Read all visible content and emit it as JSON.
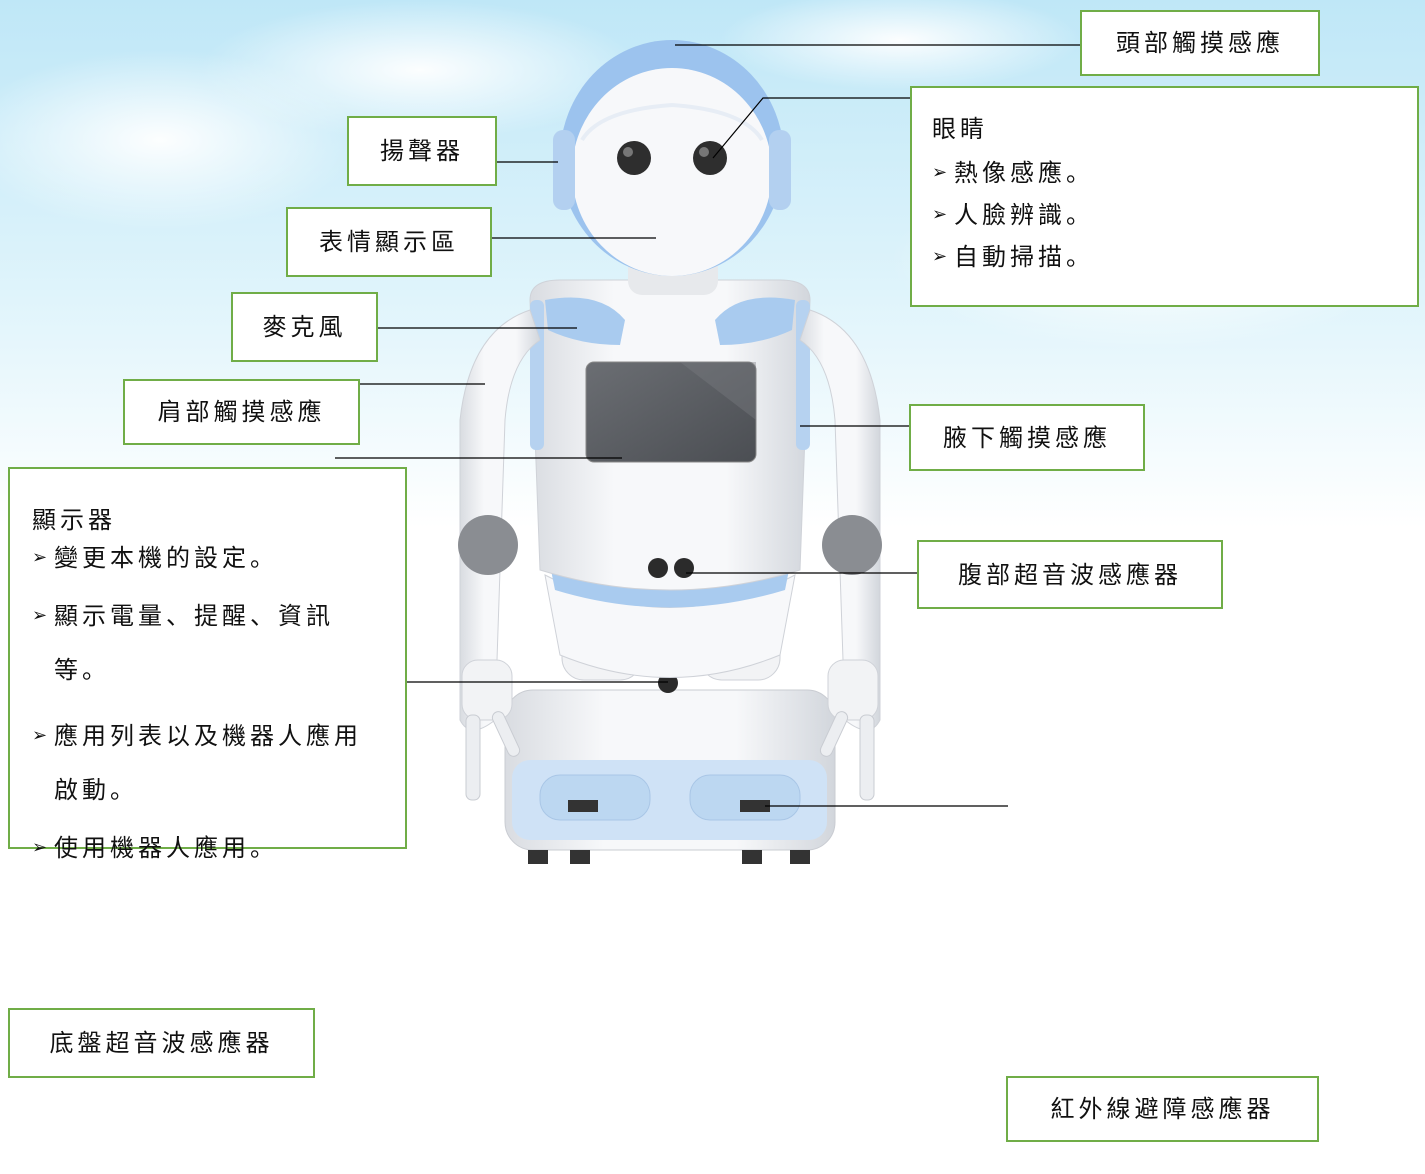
{
  "labels": {
    "head_touch": "頭部觸摸感應",
    "speaker": "揚聲器",
    "expression_display": "表情顯示區",
    "microphone": "麥克風",
    "shoulder_touch": "肩部觸摸感應",
    "underarm_touch": "腋下觸摸感應",
    "abdomen_ultrasonic": "腹部超音波感應器",
    "chassis_ultrasonic": "底盤超音波感應器",
    "infrared_obstacle": "紅外線避障感應器"
  },
  "eyes": {
    "title": "眼睛",
    "items": [
      "熱像感應。",
      "人臉辨識。",
      "自動掃描。"
    ]
  },
  "display": {
    "title": "顯示器",
    "items": [
      "變更本機的設定。",
      "顯示電量、提醒、資訊等。",
      "應用列表以及機器人應用啟動。",
      "使用機器人應用。"
    ]
  },
  "bullet_glyph": "➢",
  "colors": {
    "border": "#70ad47",
    "accent_blue": "#9cc3ee",
    "robot_white": "#f4f5f7",
    "screen": "#5a5d62",
    "sky": "#c9ecf9"
  }
}
